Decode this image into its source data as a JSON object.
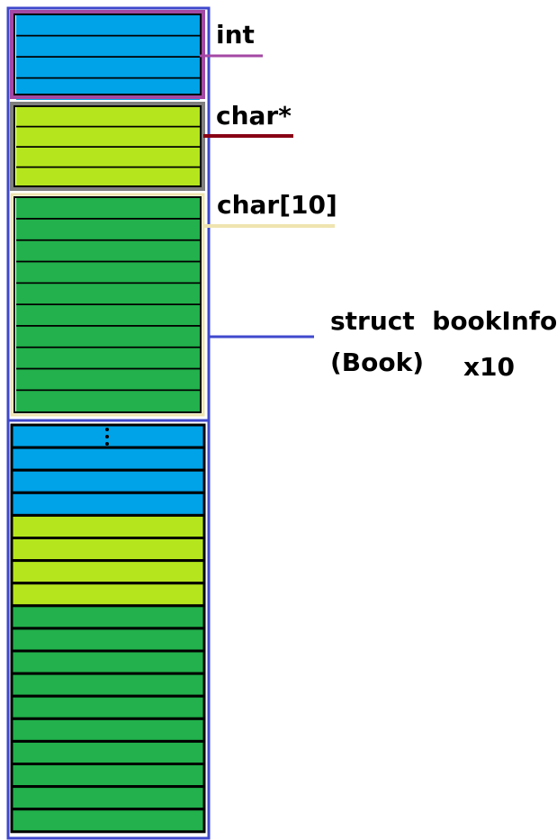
{
  "labels": {
    "int": "int",
    "char_ptr": "char*",
    "char_array": "char[10]",
    "struct_line1": "struct  bookInfo",
    "struct_line2": "(Book)",
    "repeat": "x10"
  },
  "members": [
    {
      "key": "int",
      "byte_count": 4
    },
    {
      "key": "char_ptr",
      "byte_count": 4
    },
    {
      "key": "char_array",
      "byte_count": 10
    }
  ],
  "colors": {
    "int_fill": "#00a2e8",
    "char_ptr_fill": "#b5e61d",
    "char_array_fill": "#22b14c",
    "int_border": "#a349a4",
    "char_ptr_border": "#7f7f7f",
    "char_array_border": "#efe4b0",
    "struct_border": "#3f48cc",
    "int_leader": "#a349a4",
    "char_ptr_leader": "#880015",
    "char_array_leader": "#efe4b0",
    "struct_leader": "#3f48cc",
    "separator": "#000000"
  }
}
